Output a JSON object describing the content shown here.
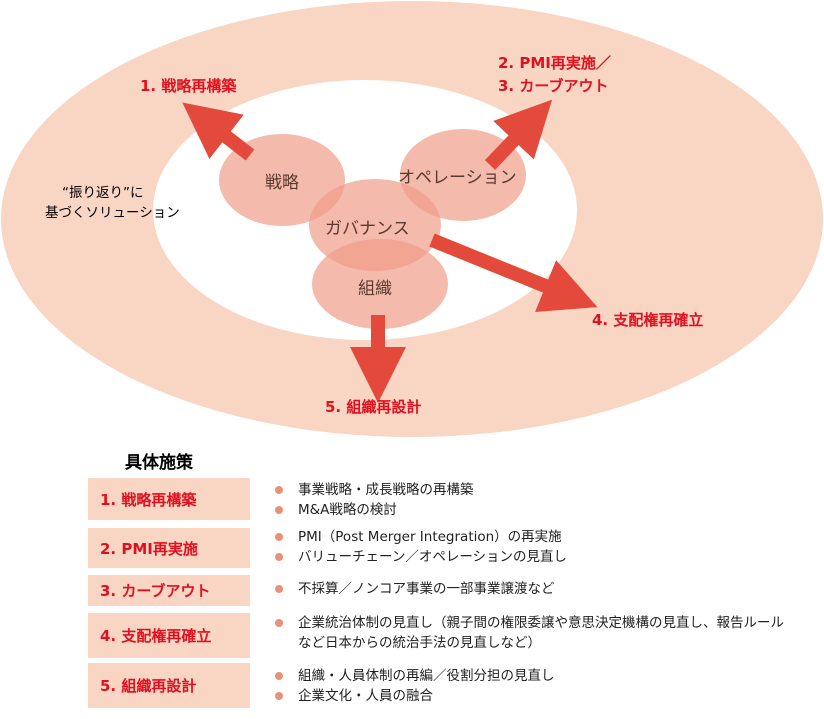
{
  "diagram": {
    "circles": [
      "戦略",
      "オペレーション",
      "ガバナンス",
      "組織"
    ],
    "note_line1": "“振り返り”に",
    "note_line2": "基づくソリューション",
    "arrows": [
      "1. 戦略再構築",
      "2. PMI再実施／",
      "3. カーブアウト",
      "4. 支配権再確立",
      "5. 組織再設計"
    ]
  },
  "measures": {
    "title": "具体施策",
    "rows": [
      {
        "label": "1. 戦略再構築",
        "items": [
          "事業戦略・成長戦略の再構築",
          "M&A戦略の検討"
        ]
      },
      {
        "label": "2. PMI再実施",
        "items": [
          "PMI（Post Merger Integration）の再実施",
          "バリューチェーン／オペレーションの見直し"
        ]
      },
      {
        "label": "3. カーブアウト",
        "items": [
          "不採算／ノンコア事業の一部事業譲渡など"
        ]
      },
      {
        "label": "4. 支配権再確立",
        "items": [
          "企業統治体制の見直し（親子間の権限委譲や意思決定機構の見直し、報告ルールなど日本からの統治手法の見直しなど）"
        ]
      },
      {
        "label": "5. 組織再設計",
        "items": [
          "組織・人員体制の再編／役割分担の見直し",
          "企業文化・人員の融合"
        ]
      }
    ]
  }
}
